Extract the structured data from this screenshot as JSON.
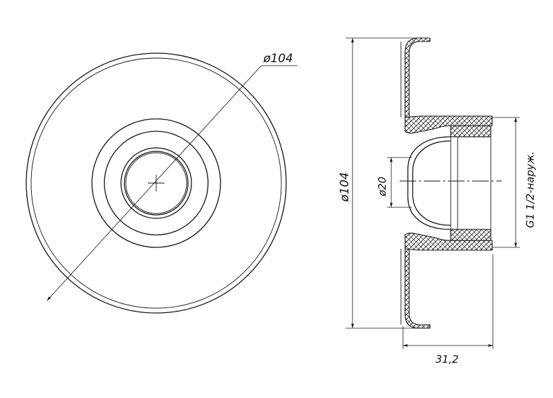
{
  "dimensions": {
    "front_diameter": "ø104",
    "side_height": "ø104",
    "socket_diameter": "ø20",
    "thread": "G1 1/2-наруж.",
    "depth": "31,2"
  },
  "colors": {
    "line": "#111111",
    "background": "#ffffff"
  }
}
